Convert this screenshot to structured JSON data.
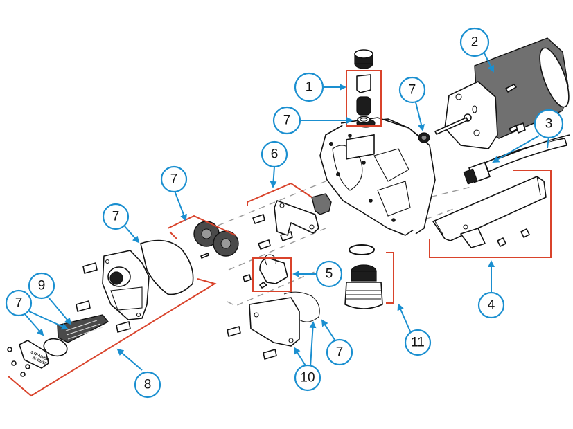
{
  "diagram": {
    "type": "exploded-parts-diagram",
    "colors": {
      "callout": "#1a8fd0",
      "bracket": "#d9432b",
      "outline": "#111111",
      "dashed_axis": "#9a9a9a"
    },
    "plate_text": [
      "STRAINER",
      "ACCESS"
    ],
    "callouts": [
      {
        "id": "c1",
        "label": "1",
        "part": "strainer-assembly"
      },
      {
        "id": "c2",
        "label": "2",
        "part": "motor"
      },
      {
        "id": "c3",
        "label": "3",
        "part": "hose-and-fitting"
      },
      {
        "id": "c4",
        "label": "4",
        "part": "mounting-bracket-kit"
      },
      {
        "id": "c5",
        "label": "5",
        "part": "switch-assembly"
      },
      {
        "id": "c6",
        "label": "6",
        "part": "cam-and-wear-plate-kit"
      },
      {
        "id": "c7a",
        "label": "7",
        "part": "strainer-o-ring"
      },
      {
        "id": "c7b",
        "label": "7",
        "part": "shaft-seal"
      },
      {
        "id": "c7c",
        "label": "7",
        "part": "impellers"
      },
      {
        "id": "c7d",
        "label": "7",
        "part": "cover-gasket"
      },
      {
        "id": "c7e",
        "label": "7",
        "part": "access-plate-o-ring"
      },
      {
        "id": "c7f",
        "label": "7",
        "part": "end-cover-gasket"
      },
      {
        "id": "c8",
        "label": "8",
        "part": "pump-cover-assembly"
      },
      {
        "id": "c9",
        "label": "9",
        "part": "strainer-screen"
      },
      {
        "id": "c10",
        "label": "10",
        "part": "end-cover-and-gasket"
      },
      {
        "id": "c11",
        "label": "11",
        "part": "port-fitting-and-o-ring"
      }
    ]
  }
}
